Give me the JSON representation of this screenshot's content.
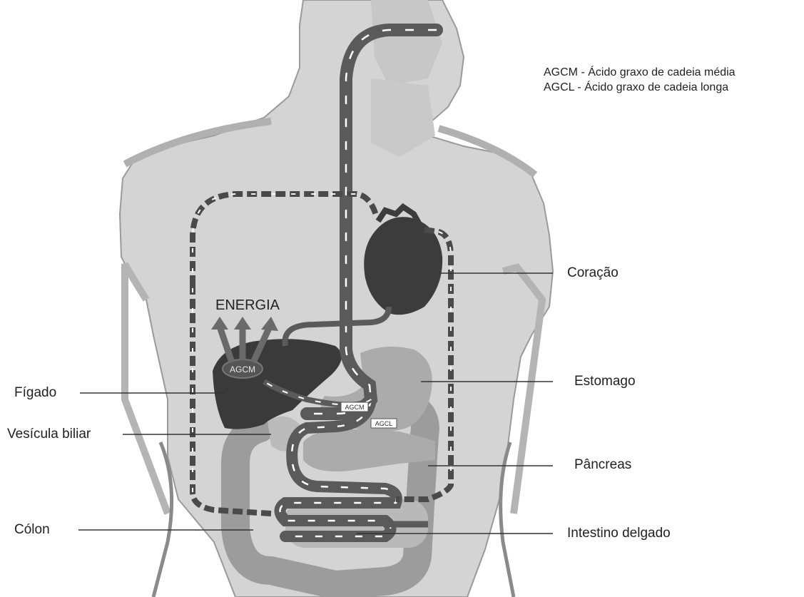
{
  "legend": {
    "agcm": "AGCM - Ácido graxo de cadeia média",
    "agcl": "AGCL - Ácido graxo de cadeia longa"
  },
  "labels": {
    "energia": "ENERGIA",
    "agcm_liver": "AGCM",
    "agcm_tag": "AGCM",
    "agcl_tag": "AGCL",
    "figado": "Fígado",
    "vesicula": "Vesícula biliar",
    "colon": "Cólon",
    "coracao": "Coração",
    "estomago": "Estomago",
    "pancreas": "Pâncreas",
    "intestino": "Intestino delgado"
  },
  "colors": {
    "background": "#ffffff",
    "body": "#d4d4d4",
    "body_outline": "#9a9a9a",
    "organ_dark": "#3a3a3a",
    "organ_mid": "#9c9c9c",
    "organ_light": "#b9b9b9",
    "pathway": "#5a5a5a",
    "arrow": "#ffffff",
    "leader_line": "#333333",
    "text": "#222222"
  }
}
